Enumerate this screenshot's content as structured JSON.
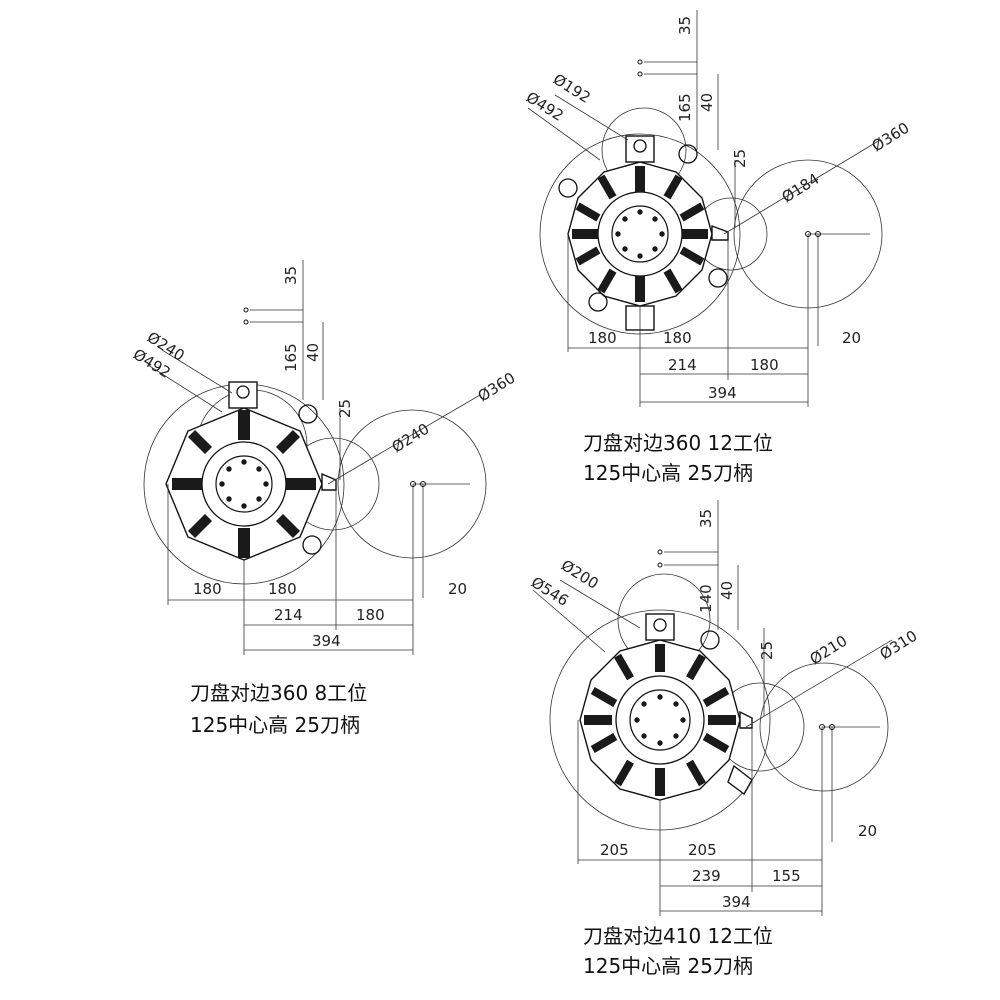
{
  "drawings": [
    {
      "id": "turret-a",
      "label_lines": [
        "刀盘对边360  8工位",
        "125中心高  25刀柄"
      ],
      "stations": 8,
      "diameters": [
        "Ø240",
        "Ø492",
        "Ø360",
        "Ø240"
      ],
      "vertical_dims": [
        "35",
        "165",
        "40",
        "25"
      ],
      "horizontal_dims": [
        "180",
        "180",
        "20",
        "214",
        "180",
        "394"
      ]
    },
    {
      "id": "turret-b",
      "label_lines": [
        "刀盘对边360  12工位",
        "125中心高  25刀柄"
      ],
      "stations": 12,
      "diameters": [
        "Ø192",
        "Ø492",
        "Ø360",
        "Ø184"
      ],
      "vertical_dims": [
        "35",
        "165",
        "40",
        "25"
      ],
      "horizontal_dims": [
        "180",
        "180",
        "20",
        "214",
        "180",
        "394"
      ]
    },
    {
      "id": "turret-c",
      "label_lines": [
        "刀盘对边410  12工位",
        "125中心高  25刀柄"
      ],
      "stations": 12,
      "diameters": [
        "Ø200",
        "Ø546",
        "Ø310",
        "Ø210"
      ],
      "vertical_dims": [
        "35",
        "140",
        "40",
        "25"
      ],
      "horizontal_dims": [
        "205",
        "205",
        "20",
        "239",
        "155",
        "394"
      ]
    }
  ]
}
